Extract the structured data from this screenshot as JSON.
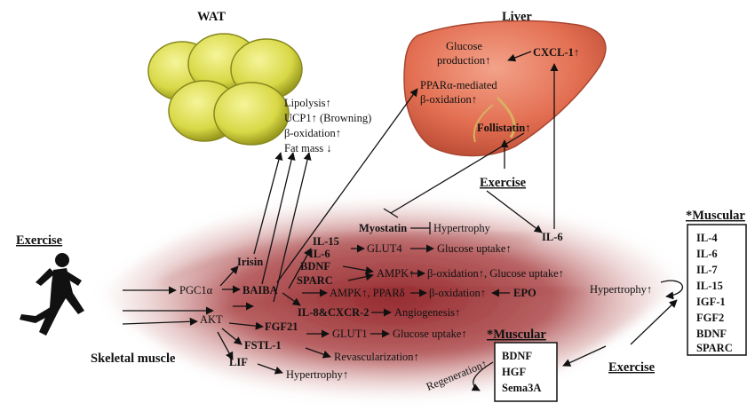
{
  "wat": {
    "title": "WAT",
    "effects": [
      "Lipolysis↑",
      "UCP1↑ (Browning)",
      "β-oxidation↑",
      "Fat mass ↓"
    ]
  },
  "liver": {
    "title": "Liver",
    "glucose_1": "Glucose",
    "glucose_2": "production↑",
    "cxcl": "CXCL-1↑",
    "ppar_1": "PPARα-mediated",
    "ppar_2": "β-oxidation↑",
    "follistatin": "Follistatin↑"
  },
  "exercise_labels": {
    "top": "Exercise",
    "left": "Exercise",
    "bottom_right": "Exercise"
  },
  "runner_label": "Skeletal muscle",
  "pathway": {
    "pgc": "PGC1α",
    "akt": "AKT",
    "irisin": "Irisin",
    "baiba": "BAIBA",
    "fgf21": "FGF21",
    "fstl": "FSTL-1",
    "lif": "LIF",
    "myostatin": "Myostatin",
    "hypertrophy": "Hypertrophy",
    "il15": "IL-15",
    "il6": "IL-6",
    "bdnf": "BDNF",
    "sparc": "SPARC",
    "glut4": "GLUT4",
    "glucose_uptake_1": "Glucose uptake↑",
    "ampk_1": "AMPK↑",
    "beta_ox_glu": "β-oxidation↑, Glucose uptake↑",
    "ampk_ppar": "AMPK↑, PPARδ",
    "beta_ox": "β-oxidation↑",
    "epo": "EPO",
    "il8": "IL-8&CXCR-2",
    "angio": "Angiogenesis↑",
    "glut1": "GLUT1",
    "glucose_uptake_2": "Glucose uptake↑",
    "revasc": "Revascularization↑",
    "hypertrophy_2": "Hypertrophy↑",
    "il6_right": "IL-6",
    "hypertrophy_right": "Hypertrophy↑"
  },
  "muscular_right": {
    "title": "*Muscular",
    "items": [
      "IL-4",
      "IL-6",
      "IL-7",
      "IL-15",
      "IGF-1",
      "FGF2",
      "BDNF",
      "SPARC"
    ]
  },
  "muscular_bottom": {
    "title": "*Muscular",
    "items": [
      "BDNF",
      "HGF",
      "Sema3A"
    ],
    "regeneration": "Regeneration↑"
  }
}
